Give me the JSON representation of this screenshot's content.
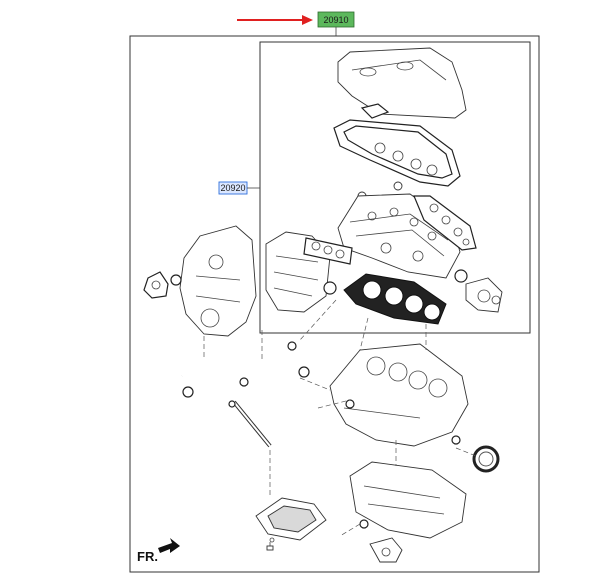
{
  "callouts": {
    "main_part_number": "20910",
    "sub_part_number": "20920"
  },
  "orientation_label": "FR.",
  "colors": {
    "main_callout_fill": "#5cb85c",
    "sub_callout_fill": "#2f6fdc",
    "pointer_arrow": "#e02020"
  }
}
